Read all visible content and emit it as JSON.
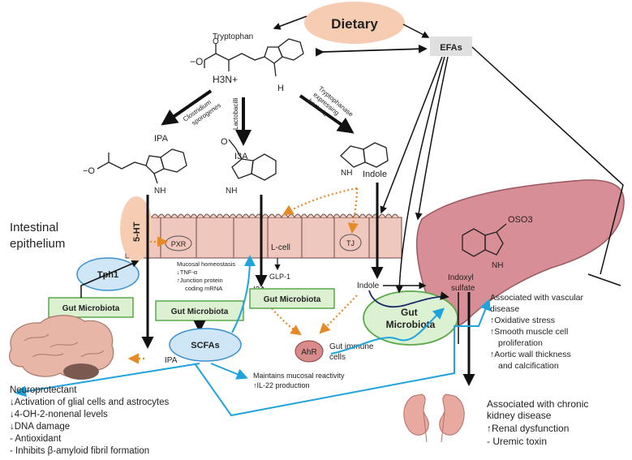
{
  "dietary": "Dietary",
  "efas": "EFAs",
  "tryptophan": "Tryptophan",
  "amine": "H3N+",
  "carboxylate": "O",
  "nh": "H",
  "bacteria": {
    "clostridium": [
      "Clostridium",
      "sporogenes"
    ],
    "lactobacilli": "Lactobacilli",
    "tryptophanase": [
      "Tryptophanase",
      "expressing",
      "bacteria"
    ]
  },
  "metabolites": {
    "ipa": "IPA",
    "i3a": "I3A",
    "indole": "Indole",
    "i3a_lower": "I3A",
    "indole_lower": "Indole",
    "ipa_lower": "IPA",
    "indoxyl_sulfate": [
      "Indoxyl",
      "sulfate"
    ],
    "oso3": "OSO3"
  },
  "epithelium": [
    "Intestinal",
    "epithelium"
  ],
  "labels": {
    "ht5": "5-HT",
    "pxr": "PXR",
    "tj": "TJ",
    "lcell": "L-cell",
    "glp1": "GLP-1",
    "ahr": "AhR",
    "gut_immune": [
      "Gut immune",
      "cells"
    ],
    "tph1": "Tph1",
    "scfas": "SCFAs",
    "gut_microbiota": "Gut Microbiota",
    "gut_microbiota_split": [
      "Gut",
      "Microbiota"
    ]
  },
  "mucosal": [
    "Mucosal homeostasis",
    "↓TNF-α",
    "↑Junction protein",
    "coding mRNA"
  ],
  "reactivity": [
    "Maintains mucosal reactivity",
    "↑IL-22 production"
  ],
  "neuro": [
    "Neuroprotectant",
    "↓Activation of glial cells and astrocytes",
    "↓4-OH-2-nonenal levels",
    "↓DNA damage",
    "- Antioxidant",
    "- Inhibits β-amyloid fibril formation"
  ],
  "vascular": [
    "Associated with vascular",
    "disease",
    "↑Oxidative stress",
    "↑Smooth muscle cell",
    "proliferation",
    "↑Aortic wall thickness",
    "and calcification"
  ],
  "kidney": [
    "Associated with chronic",
    "kidney disease",
    "↑Renal dysfunction",
    "- Uremic toxin"
  ],
  "colors": {
    "dietary_fill": "#f6cdb3",
    "cell_fill": "#f0c7bd",
    "cell_stroke": "#6b4b45",
    "liver_fill": "#d88e96",
    "ahr_fill": "#d98a8a",
    "blue_fill": "#cfe6f6",
    "blue_stroke": "#3a8fd0",
    "green_fill": "#dcf0d2",
    "green_stroke": "#5aa84a",
    "orange_arrow": "#e58a26",
    "cyan_line": "#1fa3dd"
  }
}
